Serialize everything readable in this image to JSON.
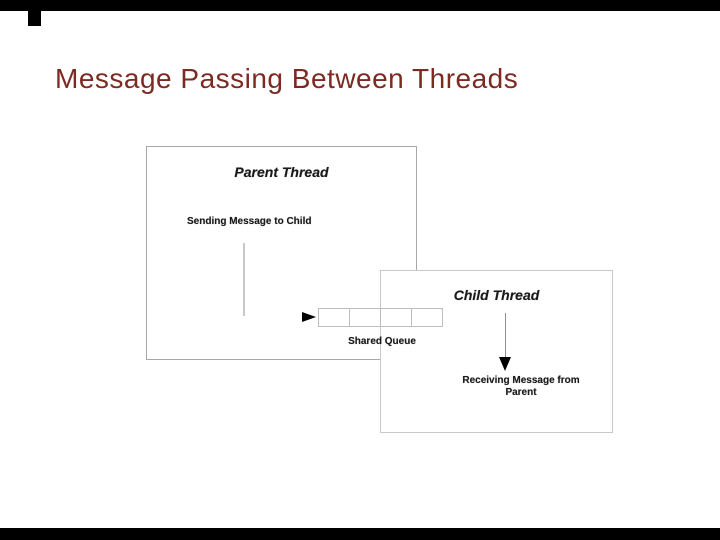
{
  "slide": {
    "title": "Message Passing Between Threads"
  },
  "colors": {
    "title": "#7b2b21",
    "bar": "#000000",
    "diagram_text": "#1a1a1a",
    "parent_border": "#a8a8a8",
    "child_border": "#c9c9c9",
    "queue_border": "#bdbdbd",
    "connector": "#c9c9c9",
    "arrow": "#000000"
  },
  "diagram": {
    "parent": {
      "title": "Parent Thread",
      "caption": "Sending Message to Child"
    },
    "child": {
      "title": "Child Thread",
      "caption_line1": "Receiving Message from",
      "caption_line2": "Parent"
    },
    "queue": {
      "label": "Shared Queue",
      "cell_count": 4
    }
  }
}
